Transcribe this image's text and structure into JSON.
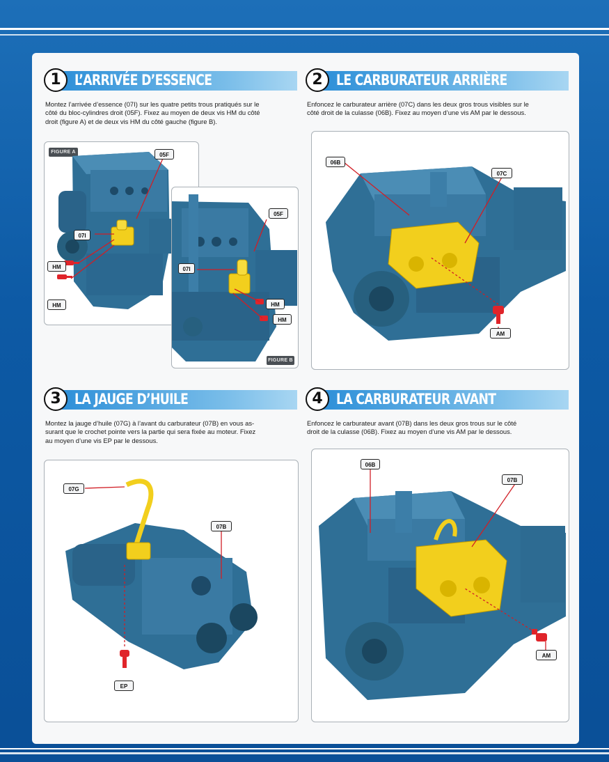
{
  "steps": [
    {
      "number": "1",
      "title": "L’ARRIVÉE D’ESSENCE",
      "text": [
        "Montez l’arrivée d’essence (07I) sur les quatre petits trous pratiqués sur le",
        "côté du bloc-cylindres droit (05F). Fixez au moyen de deux vis HM du côté",
        "droit (figure A) et de deux vis HM du côté gauche (figure B)."
      ],
      "figure_a": {
        "tag": "FIGURE A",
        "labels": [
          "05F",
          "07I",
          "HM",
          "HM"
        ]
      },
      "figure_b": {
        "tag": "FIGURE B",
        "labels": [
          "05F",
          "07I",
          "HM",
          "HM"
        ]
      }
    },
    {
      "number": "2",
      "title": "LE CARBURATEUR ARRIÈRE",
      "text": [
        "Enfoncez le carburateur arrière (07C) dans les deux gros trous visibles sur le",
        "côté droit de la culasse (06B). Fixez au moyen d’une vis AM par le dessous."
      ],
      "labels": [
        "06B",
        "07C",
        "AM"
      ]
    },
    {
      "number": "3",
      "title": "LA JAUGE D’HUILE",
      "text": [
        "Montez la jauge d’huile (07G) à l’avant du carburateur (07B) en vous as-",
        "surant que le crochet pointe vers la partie qui sera fixée au moteur. Fixez",
        "au moyen d’une vis EP par le dessous."
      ],
      "labels": [
        "07G",
        "07B",
        "EP"
      ]
    },
    {
      "number": "4",
      "title": "LA CARBURATEUR AVANT",
      "text": [
        "Enfoncez le carburateur avant (07B) dans les deux gros trous sur le côté",
        "droit de la culasse (06B). Fixez au moyen d’une vis AM par le dessous."
      ],
      "labels": [
        "06B",
        "07B",
        "AM"
      ]
    }
  ],
  "colors": {
    "background_blue": "#0d5aa5",
    "engine_blue": "#2f6f96",
    "part_yellow": "#f2cf1d",
    "screw_red": "#e0242a",
    "leader_red": "#d11e25"
  }
}
